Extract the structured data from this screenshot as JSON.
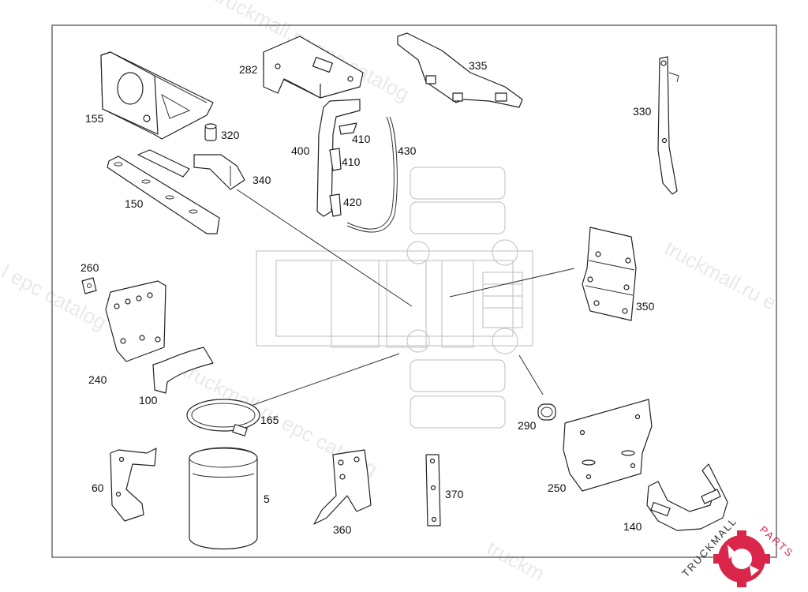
{
  "labels": {
    "p5": "5",
    "p60": "60",
    "p100": "100",
    "p140": "140",
    "p150": "150",
    "p155": "155",
    "p165": "165",
    "p240": "240",
    "p250": "250",
    "p260": "260",
    "p282": "282",
    "p290": "290",
    "p320": "320",
    "p330": "330",
    "p335": "335",
    "p340": "340",
    "p350": "350",
    "p360": "360",
    "p370": "370",
    "p400": "400",
    "p410a": "410",
    "p410b": "410",
    "p420": "420",
    "p430": "430"
  },
  "watermark": {
    "text_left": "l epc catalog",
    "text_top": "truckmall.ru epc catalog",
    "text_right": "truckmall.ru e",
    "text_mid": "truckmall.ru epc catalog",
    "text_bottom": "truckm"
  },
  "brand": {
    "word_a": "TRUCKMALL",
    "word_b": "PARTS",
    "color_a": "#333333",
    "color_b": "#d9264a"
  }
}
